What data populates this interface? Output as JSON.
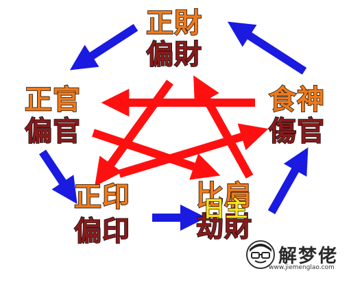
{
  "nodes": {
    "cai": {
      "top": "正財",
      "bottom": "偏財"
    },
    "guan": {
      "top": "正官",
      "bottom": "偏官"
    },
    "yin": {
      "top": "正印",
      "bottom": "偏印"
    },
    "bijie": {
      "top": "比肩",
      "bottom": "劫財",
      "center": "日主"
    },
    "shi": {
      "top": "食神",
      "bottom": "傷官"
    }
  },
  "colors": {
    "generating_arrow": "#1a1ae0",
    "controlling_arrow": "#ff1010",
    "top_text": "#f07a1a",
    "bottom_text": "#8a1a1a",
    "day_master_text": "#ffe21a"
  },
  "watermark": {
    "brand": "解梦佬",
    "url": "www.jiemenglao.com",
    "icon": "face-icon"
  }
}
